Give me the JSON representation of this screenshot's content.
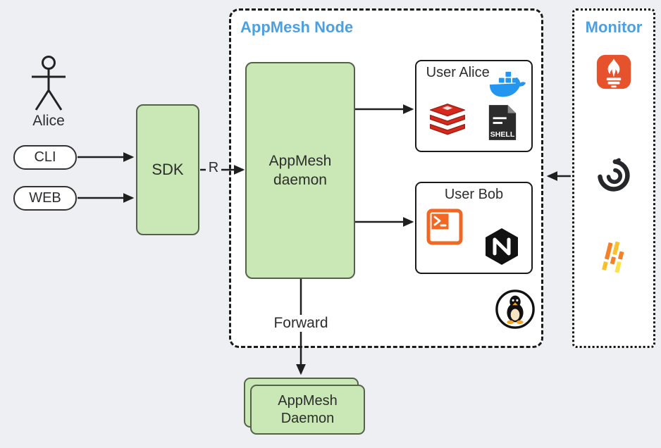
{
  "colors": {
    "background": "#edeff2",
    "green_fill": "#c9e8b5",
    "green_border": "#55614d",
    "title_blue": "#4da0e0",
    "line": "#1f1f1f",
    "text": "#2d2d2d",
    "docker_blue": "#2496ed",
    "redis_red": "#d6291e",
    "terminal_orange": "#f26822",
    "prometheus_orange": "#e6522c",
    "loki_orange": "#f58025",
    "loki_yellow": "#fbc02d"
  },
  "client": {
    "actor_label": "Alice",
    "cli_label": "CLI",
    "web_label": "WEB",
    "sdk_label": "SDK",
    "request_label": "R"
  },
  "appmesh_node": {
    "title": "AppMesh Node",
    "daemon_label": "AppMesh daemon",
    "forward_label": "Forward",
    "user_alice": {
      "title": "User Alice",
      "icons": [
        "docker-icon",
        "redis-icon",
        "shell-icon"
      ],
      "shell_icon_text": "SHELL"
    },
    "user_bob": {
      "title": "User Bob",
      "icons": [
        "terminal-icon",
        "nginx-icon"
      ]
    },
    "os_icon": "linux-tux-icon"
  },
  "daemon_stack": {
    "label": "AppMesh Daemon"
  },
  "monitor": {
    "title": "Monitor",
    "icons": [
      "prometheus-icon",
      "grafana-icon",
      "loki-icon"
    ]
  }
}
